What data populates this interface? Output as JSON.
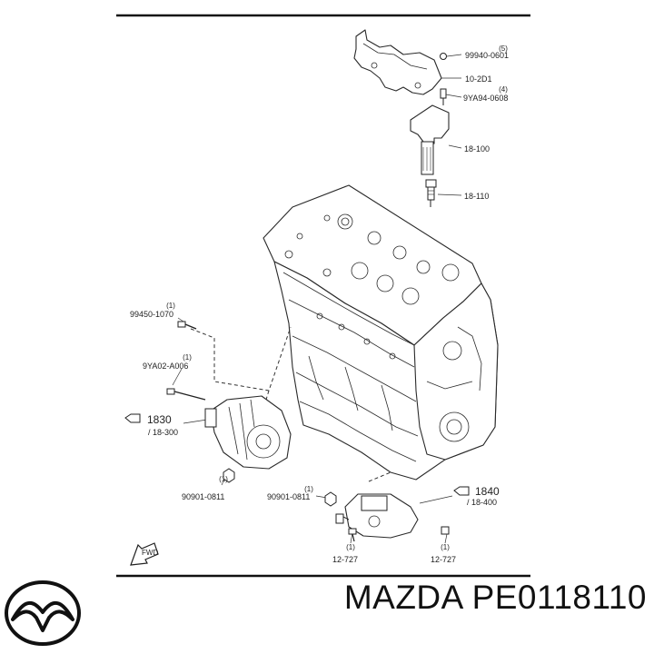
{
  "callouts": {
    "p99940": {
      "part": "99940-0601",
      "qty": "(5)"
    },
    "p10_2d1": {
      "part": "10-2D1"
    },
    "p9ya94": {
      "part": "9YA94-0608",
      "qty": "(4)"
    },
    "p18_100": {
      "part": "18-100"
    },
    "p18_110": {
      "part": "18-110"
    },
    "p99450": {
      "part": "99450-1070",
      "qty": "(1)"
    },
    "p9ya02": {
      "part": "9YA02-A006",
      "qty": "(1)"
    },
    "p1830": {
      "ref": "1830",
      "sub": "/ 18-300"
    },
    "p90901_left": {
      "part": "90901-0811",
      "qty": "(1)"
    },
    "p90901_right": {
      "part": "90901-0811",
      "qty": "(1)"
    },
    "p1840": {
      "ref": "1840",
      "sub": "/ 18-400"
    },
    "p12_727_left": {
      "part": "12-727",
      "qty": "(1)"
    },
    "p12_727_right": {
      "part": "12-727",
      "qty": "(1)"
    }
  },
  "fwd_label": "FWD",
  "footer": {
    "brand": "MAZDA",
    "part_number": "PE0118110",
    "logo_icon": "mazda-logo-icon"
  }
}
